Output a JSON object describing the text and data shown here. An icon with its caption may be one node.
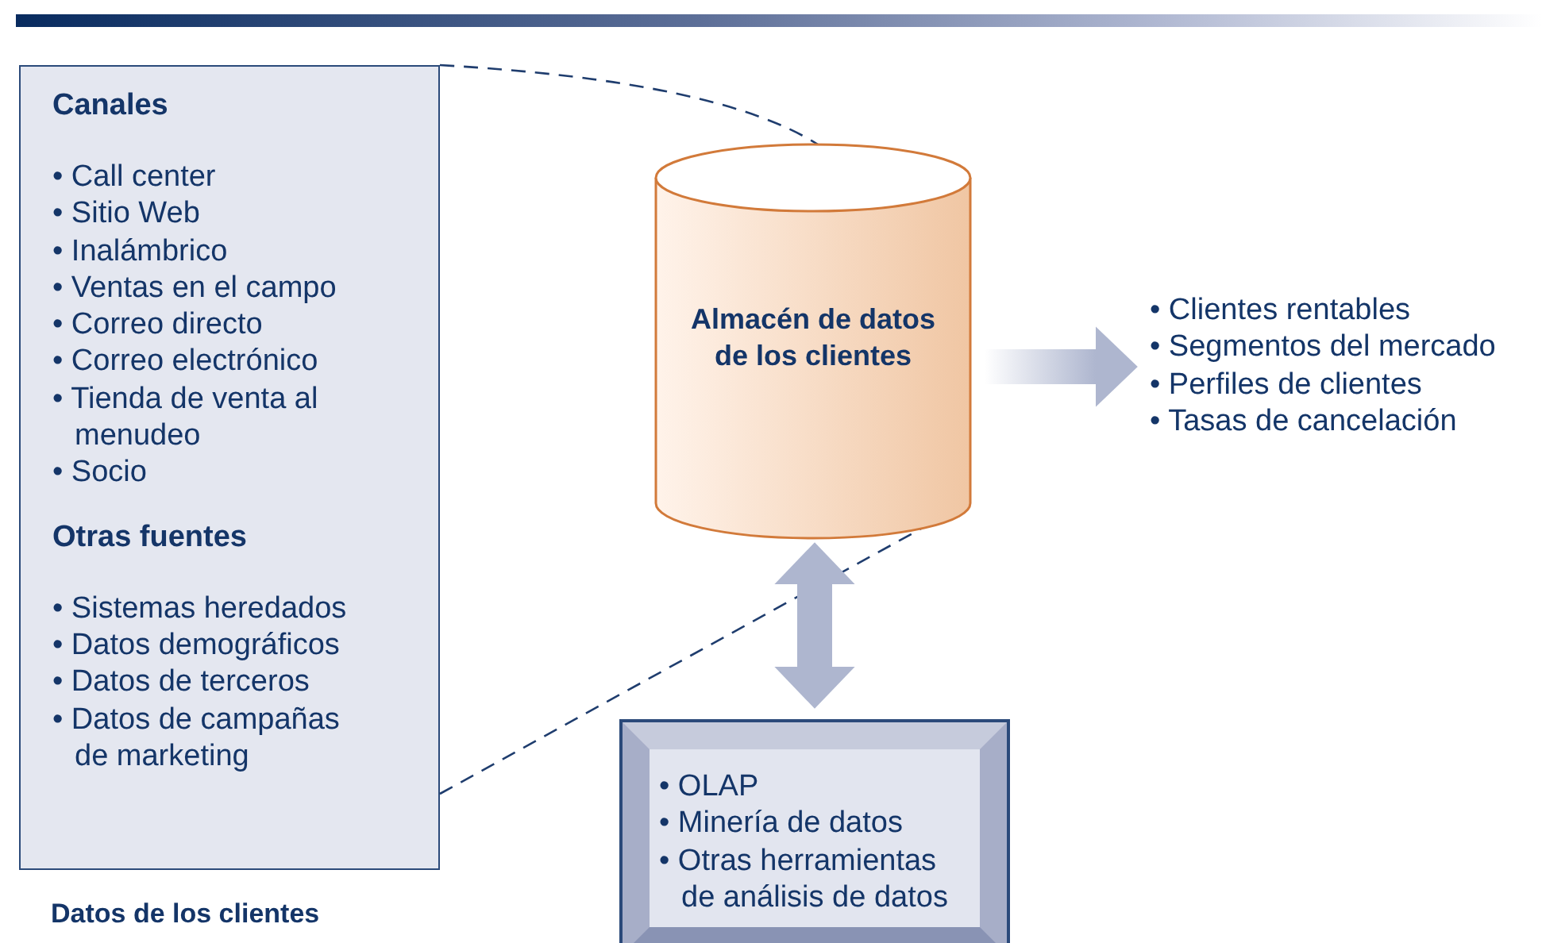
{
  "diagram": {
    "nodes": [
      {
        "text": [
          "Canales",
          "• Call center",
          "• Sitio Web",
          "• Inalámbrico",
          "• Ventas en el campo",
          "• Correo directo",
          "• Correo electrónico",
          "• Tienda de venta al menudeo",
          "• Socio",
          "Otras fuentes",
          "• Sistemas heredados",
          "• Datos demográficos",
          "• Datos de terceros",
          "• Datos de campañas de marketing"
        ],
        "beside": [
          "Datos de los clientes"
        ]
      },
      {
        "text": [
          "Almacén de datos de los clientes"
        ]
      },
      {
        "text": [
          "• Clientes rentables",
          "• Segmentos del mercado",
          "• Perfiles de clientes",
          "• Tasas de cancelación"
        ]
      },
      {
        "text": [
          "• OLAP",
          "• Minería de datos",
          "• Otras herramientas de análisis de datos"
        ]
      }
    ],
    "edges": [
      {
        "from": 0,
        "to": 1,
        "arrow": "none",
        "style": "dashed"
      },
      {
        "from": 0,
        "to": 1,
        "arrow": "none",
        "style": "dashed"
      },
      {
        "from": 1,
        "to": 2,
        "arrow": "to",
        "style": "thick",
        "color": "#aeb6cf"
      },
      {
        "from": 1,
        "to": 3,
        "arrow": "both",
        "style": "thick",
        "color": "#aeb6cf"
      }
    ]
  }
}
